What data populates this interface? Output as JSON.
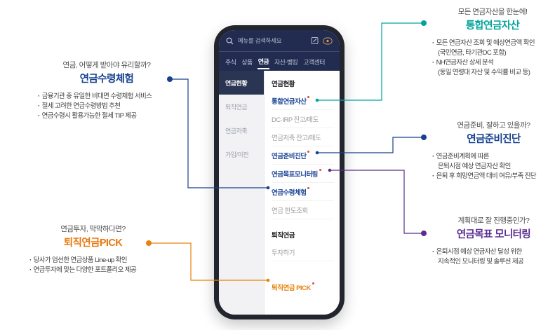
{
  "phone": {
    "search_placeholder": "메뉴를 검색하세요",
    "tabs": [
      "주식",
      "상품",
      "연금",
      "자산·뱅킹",
      "고객센터"
    ],
    "active_tab": "연금",
    "sidebar": [
      "연금현황",
      "퇴직연금",
      "연금저축",
      "가입/이전"
    ],
    "active_sidebar": "연금현황",
    "menu": [
      {
        "label": "연금현황",
        "style": "header"
      },
      {
        "label": "통합연금자산",
        "style": "highlight",
        "badge": true
      },
      {
        "label": "DC·IRP 잔고/매도",
        "style": "normal"
      },
      {
        "label": "연금저축 잔고/매도",
        "style": "normal"
      },
      {
        "label": "연금준비진단",
        "style": "highlight",
        "badge": true
      },
      {
        "label": "연금목표모니터링",
        "style": "highlight",
        "badge": true
      },
      {
        "label": "연금수령체험",
        "style": "highlight",
        "badge": true
      },
      {
        "label": "연금 한도조회",
        "style": "normal"
      },
      {
        "label": "퇴직연금",
        "style": "header"
      },
      {
        "label": "투자하기",
        "style": "normal"
      },
      {
        "label": "퇴직연금 PICK",
        "style": "pick",
        "badge": true
      }
    ]
  },
  "callouts": {
    "left_top": {
      "heading": "연금, 어떻게 받아야 유리할까?",
      "title": "연금수령체험",
      "lines": [
        {
          "text": "금융기관 중 유일한 비대면 수령체험 서비스"
        },
        {
          "text": "절세 고려한 연금수령방법 추천"
        },
        {
          "text": "연금수령시 활용가능한 절세 TIP 제공"
        }
      ]
    },
    "left_bottom": {
      "heading": "연금투자, 막막하다면?",
      "title": "퇴직연금PICK",
      "lines": [
        {
          "text": "당사가 엄선한 연금상품 Line-up 확인"
        },
        {
          "text": "연금투자에 맞는 다양한 포트폴리오 제공"
        }
      ]
    },
    "right_top": {
      "heading": "모든 연금자산을 한눈에!",
      "title": "통합연금자산",
      "lines": [
        {
          "text": "모든 연금자산 조회 및 예상연금액 확인"
        },
        {
          "text": "(국민연금, 타기관DC 포함)",
          "indent": true
        },
        {
          "text": "NH연금자산 상세 분석"
        },
        {
          "text": "(동일 연령대 자산 및 수익률 비교 등)",
          "indent": true
        }
      ]
    },
    "right_middle": {
      "heading": "연금준비, 잘하고 있을까?",
      "title": "연금준비진단",
      "lines": [
        {
          "text": "연금준비계획에 따른"
        },
        {
          "text": "은퇴시점 예상 연금자산 확인",
          "indent": true
        },
        {
          "text": "은퇴 후 희망연금액 대비 여유/부족 진단"
        }
      ]
    },
    "right_bottom": {
      "heading": "계획대로 잘 진행중인가?",
      "title": "연금목표 모니터링",
      "lines": [
        {
          "text": "은퇴시점 예상 연금자산 달성 위한"
        },
        {
          "text": "지속적인 모니터링 및 솔루션 제공",
          "indent": true
        }
      ]
    }
  },
  "icons": {
    "search": "magnifier",
    "edit": "pencil-square",
    "badge": "round-badge"
  },
  "accent_colors": {
    "integrated_pension_asset": "#00a39b",
    "pension_readiness_check": "#17418f",
    "pension_receipt_experience": "#17418f",
    "pension_goal_monitoring": "#5b2d90",
    "retirement_pension_pick": "#e8820c",
    "menu_highlight": "#1e4596",
    "new_badge": "#e0483c",
    "app_navy": "#212c50"
  }
}
